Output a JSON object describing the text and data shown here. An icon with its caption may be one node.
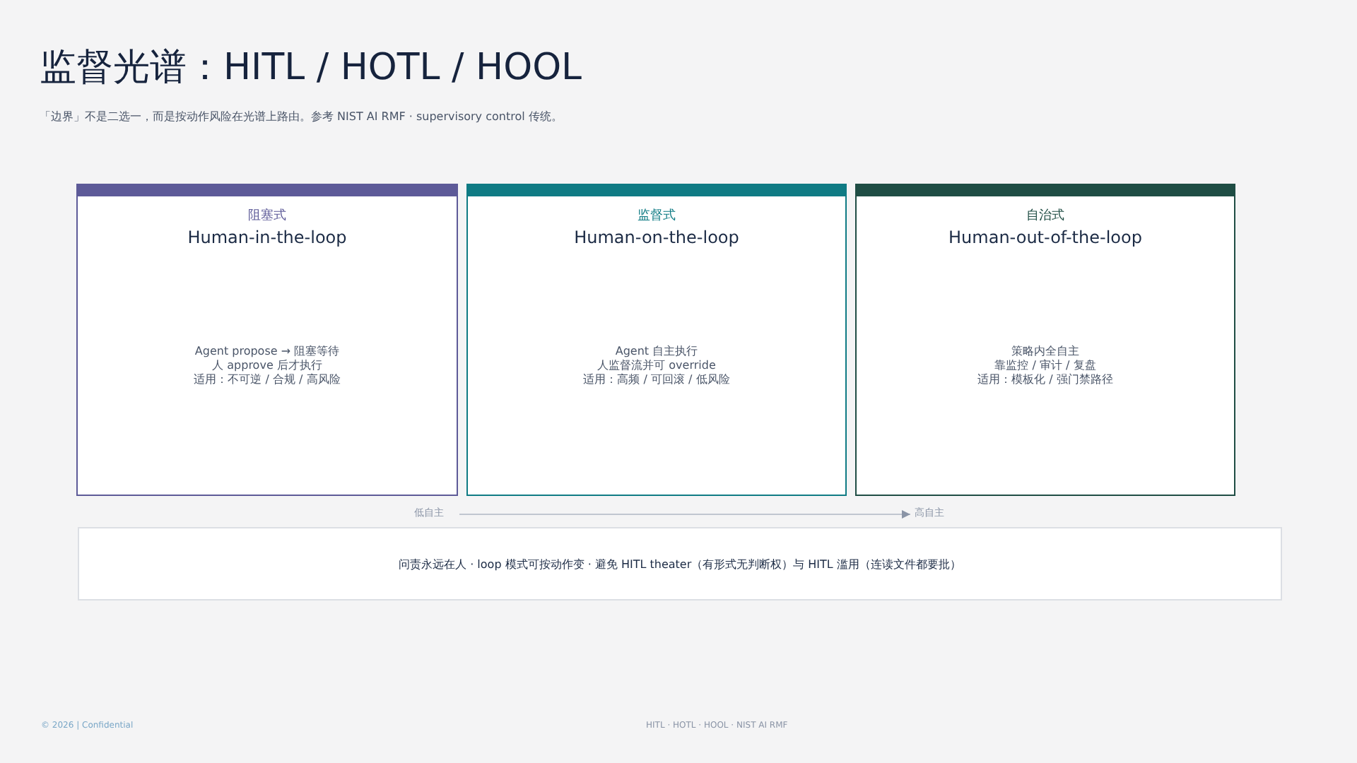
{
  "diagram": {
    "title": "监督光谱：HITL / HOTL / HOOL",
    "nodes": [
      {
        "text": [
          "阻塞式",
          "Human-in-the-loop",
          "Agent propose → 阻塞等待",
          "人 approve 后才执行",
          "适用：不可逆 / 合规 / 高风险"
        ]
      },
      {
        "text": [
          "监督式",
          "Human-on-the-loop",
          "Agent 自主执行",
          "人监督流并可 override",
          "适用：高频 / 可回滚 / 低风险"
        ]
      },
      {
        "text": [
          "自治式",
          "Human-out-of-the-loop",
          "策略内全自主",
          "靠监控 / 审计 / 复盘",
          "适用：模板化 / 强门禁路径"
        ]
      },
      {
        "text": [
          "低自主"
        ]
      },
      {
        "text": [
          "高自主"
        ]
      },
      {
        "text": [
          "问责永远在人 · loop 模式可按动作变 · 避免 HITL theater（有形式无判断权）与 HITL 滥用（连读文件都要批）"
        ]
      }
    ],
    "edges": [
      {
        "from": 3,
        "to": 4,
        "arrow": "to"
      }
    ],
    "labels": [
      "「边界」不是二选一，而是按动作风险在光谱上路由。参考 NIST AI RMF · supervisory control 传统。",
      "© 2026 | Confidential",
      "HITL · HOTL · HOOL · NIST AI RMF"
    ]
  }
}
